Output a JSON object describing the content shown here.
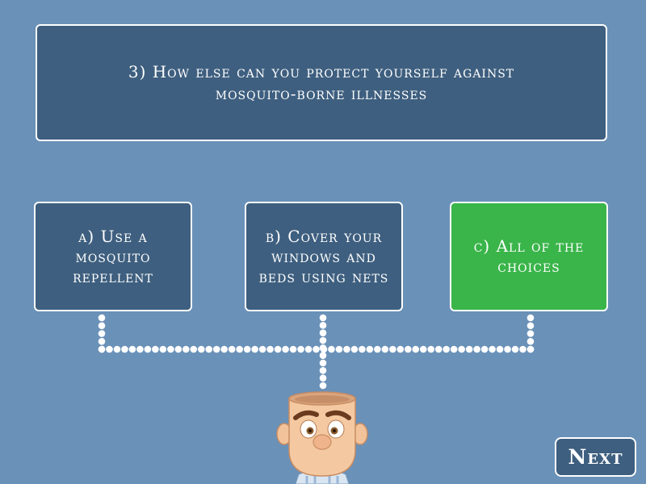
{
  "question": {
    "text": "3)  How else can you protect yourself against mosquito-borne illnesses"
  },
  "choices": [
    {
      "text": "a)  Use a mosquito repellent",
      "state": "default"
    },
    {
      "text": "b)  Cover your windows and beds using nets",
      "state": "default"
    },
    {
      "text": "c)  All of the choices",
      "state": "selected"
    }
  ],
  "next_button": {
    "label": "Next"
  },
  "colors": {
    "background": "#6a91b8",
    "box": "#3e5f7f",
    "selected": "#3ab54a",
    "border": "#ffffff"
  }
}
